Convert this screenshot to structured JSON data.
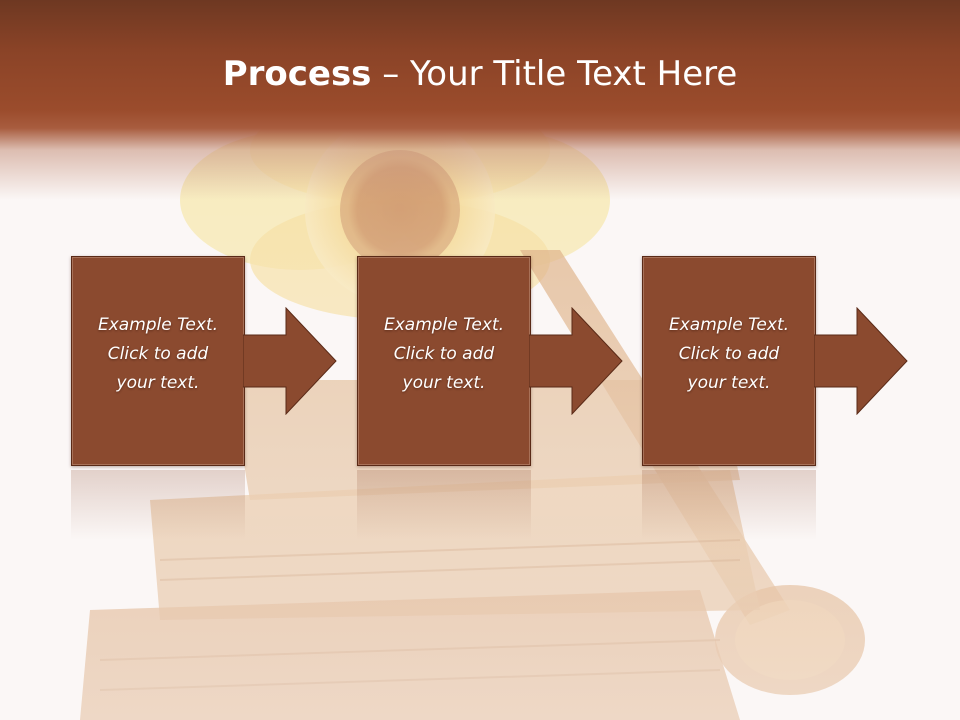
{
  "slide": {
    "title_bold": "Process",
    "title_rest": " – Your Title Text Here"
  },
  "steps": [
    {
      "line1": "Example Text.",
      "line2": "Click  to add",
      "line3": "your text."
    },
    {
      "line1": "Example Text.",
      "line2": "Click  to add",
      "line3": "your text."
    },
    {
      "line1": "Example Text.",
      "line2": "Click  to add",
      "line3": "your text."
    }
  ],
  "colors": {
    "header": "#8a4327",
    "box": "#8b4a2f",
    "arrow": "#8b4a2f",
    "text": "#ffffff"
  }
}
